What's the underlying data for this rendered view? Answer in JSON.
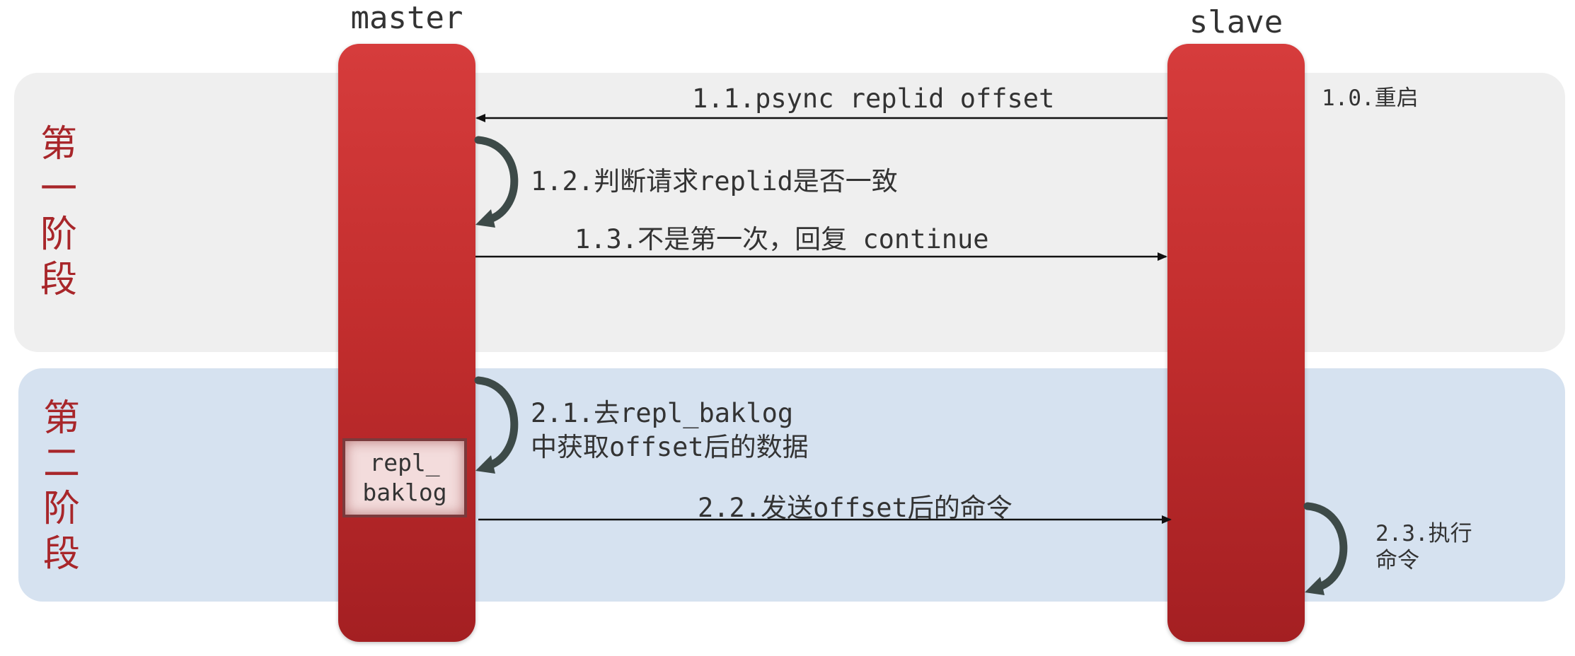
{
  "actors": {
    "master": "master",
    "slave": "slave"
  },
  "phases": {
    "phase1": "第一阶段",
    "phase2": "第二阶段"
  },
  "messages": {
    "m1_0": "1.0.重启",
    "m1_1": "1.1.psync replid offset",
    "m1_2": "1.2.判断请求replid是否一致",
    "m1_3": "1.3.不是第一次，回复 continue",
    "m2_1_line1": "2.1.去repl_baklog",
    "m2_1_line2": "中获取offset后的数据",
    "m2_2": "2.2.发送offset后的命令",
    "m2_3_line1": "2.3.执行",
    "m2_3_line2": "命令"
  },
  "backlog": {
    "line1": "repl_",
    "line2": "baklog"
  },
  "colors": {
    "accent_red": "#c32e2e",
    "phase1_bg": "#efefef",
    "phase2_bg": "#d6e2f0",
    "label_red": "#a8262a"
  }
}
